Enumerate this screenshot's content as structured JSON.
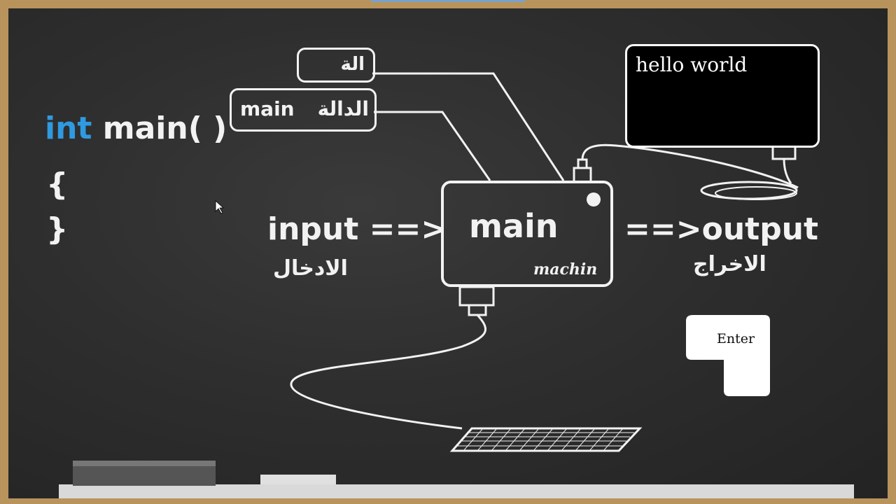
{
  "code": {
    "keyword": "int",
    "signature": " main( )",
    "open_brace": "{",
    "close_brace": "}"
  },
  "labels": {
    "function_ar": "الدالة",
    "function_en": "main",
    "machine_ar": "الة"
  },
  "diagram": {
    "input_label": "input ==>",
    "input_ar": "الادخال",
    "machine_title": "main",
    "machine_sub": "machin",
    "output_label": "==>output",
    "output_ar": "الاخراج"
  },
  "screen": {
    "text": "hello world"
  },
  "key": {
    "label": "Enter"
  },
  "colors": {
    "board": "#2e2e2e",
    "chalk": "#f2f2f2",
    "keyword": "#2f9ae0",
    "frame": "#b8945c"
  }
}
